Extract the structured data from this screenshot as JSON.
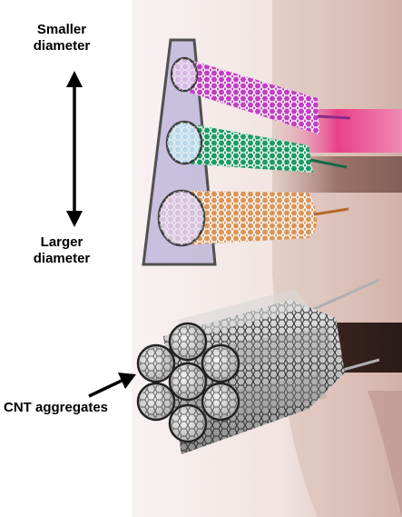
{
  "labels": {
    "smaller_line1": "Smaller",
    "smaller_line2": "diameter",
    "larger_line1": "Larger",
    "larger_line2": "diameter",
    "aggregates": "CNT aggregates"
  },
  "colors": {
    "tube_small": "#c040c0",
    "tube_medium": "#1e9a64",
    "tube_large": "#d9955a",
    "tube_bundle": "#c8c8c8",
    "frame_fill": "#b8b0d8",
    "frame_stroke": "#505050",
    "band_pink": "#e8408a",
    "band_dark": "#3a2420"
  },
  "icons": {
    "double_arrow": "vertical-double-arrow-icon",
    "pointer_arrow": "diagonal-arrow-icon"
  }
}
